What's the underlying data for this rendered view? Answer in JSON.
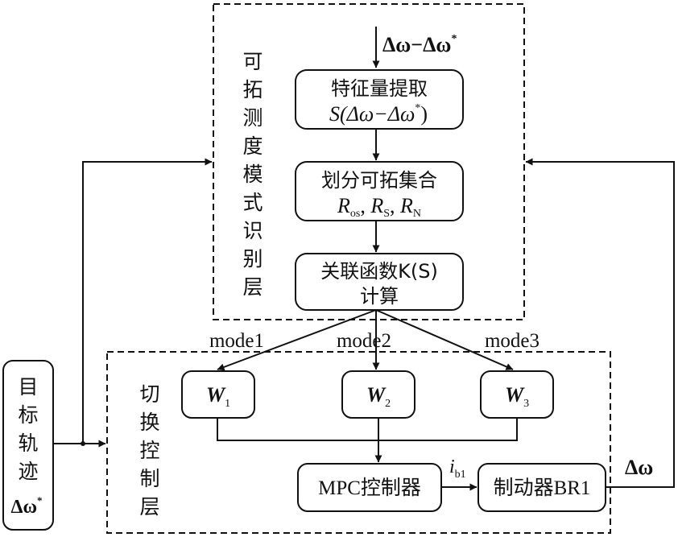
{
  "input_top": {
    "label": "Δω−Δω",
    "sup": "*"
  },
  "upper_layer": {
    "label_chars": [
      "可",
      "拓",
      "测",
      "度",
      "模",
      "式",
      "识",
      "别",
      "层"
    ]
  },
  "lower_layer": {
    "label_chars": [
      "切",
      "换",
      "控",
      "制",
      "层"
    ]
  },
  "target_block": {
    "label_chars": [
      "目",
      "标",
      "轨",
      "迹"
    ],
    "symbol": "Δω",
    "sup": "*"
  },
  "box_feature": {
    "line1": "特征量提取",
    "line2": "S(Δω−Δω",
    "sup": "*",
    "close": ")"
  },
  "box_partition": {
    "line1": "划分可拓集合",
    "line2_parts": [
      {
        "main": "R",
        "sub": "os",
        "sep": ", "
      },
      {
        "main": "R",
        "sub": "S",
        "sep": ", "
      },
      {
        "main": "R",
        "sub": "N",
        "sep": ""
      }
    ]
  },
  "box_correlation": {
    "line1": "关联函数K(S)",
    "line2": "计算"
  },
  "modes": [
    "mode1",
    "mode2",
    "mode3"
  ],
  "weights": [
    {
      "main": "W",
      "sub": "1"
    },
    {
      "main": "W",
      "sub": "2"
    },
    {
      "main": "W",
      "sub": "3"
    }
  ],
  "mpc": {
    "label": "MPC控制器"
  },
  "brake": {
    "label": "制动器BR1"
  },
  "signal_i": {
    "main": "i",
    "sub": "b1"
  },
  "feedback": {
    "label": "Δω"
  }
}
